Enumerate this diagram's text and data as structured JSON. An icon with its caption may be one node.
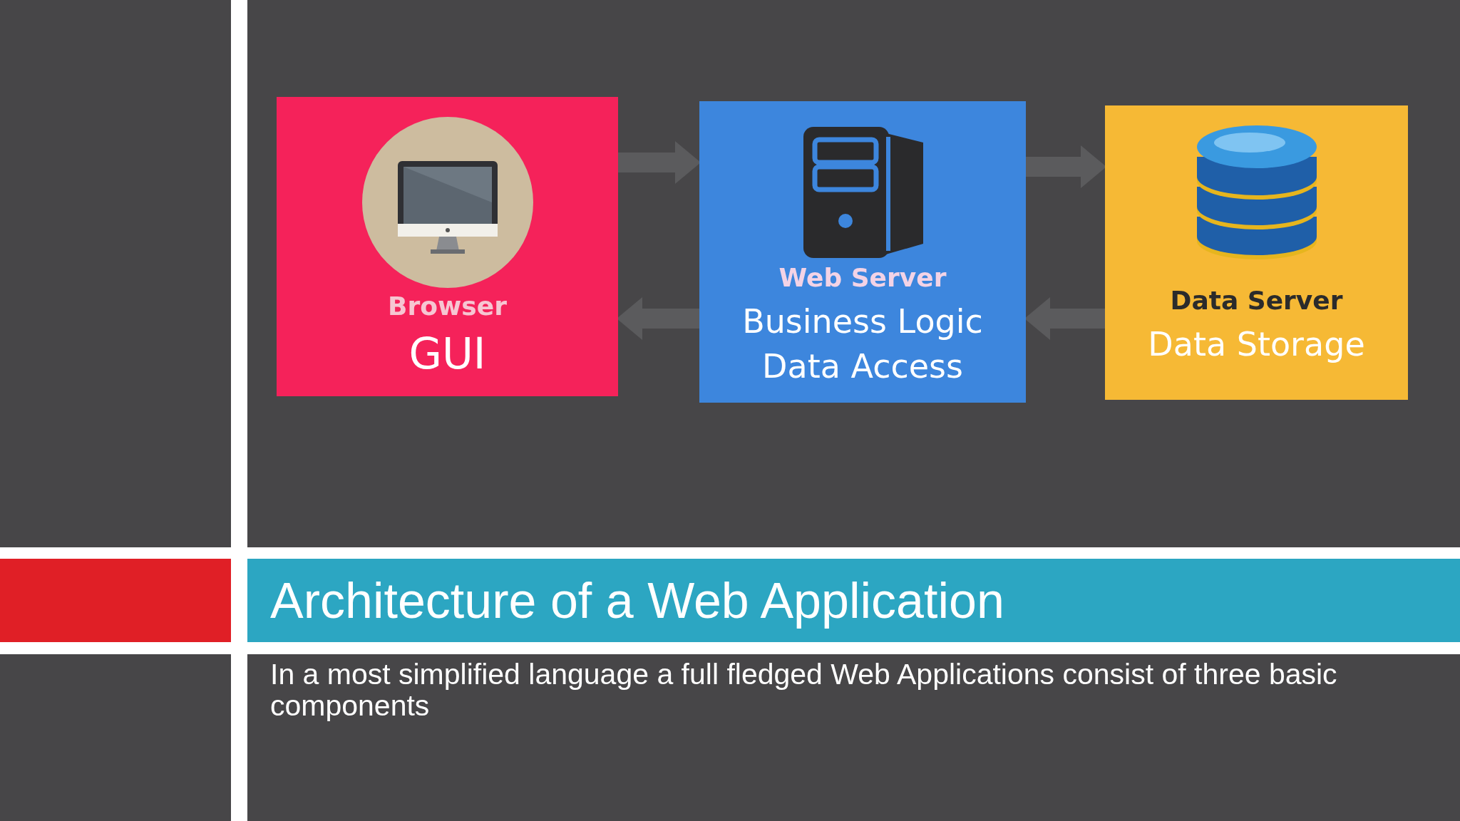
{
  "diagram": {
    "title": "Architecture of a Web Application",
    "nodes": [
      {
        "text": [
          "Browser",
          "GUI"
        ]
      },
      {
        "text": [
          "Web Server",
          "Business Logic",
          "Data Access"
        ]
      },
      {
        "text": [
          "Data Server",
          "Data Storage"
        ]
      }
    ],
    "edges": [
      {
        "from": 0,
        "to": 1,
        "arrow": "to"
      },
      {
        "from": 1,
        "to": 0,
        "arrow": "to"
      },
      {
        "from": 1,
        "to": 2,
        "arrow": "to"
      },
      {
        "from": 2,
        "to": 1,
        "arrow": "to"
      }
    ],
    "labels": [
      "In a most simplified language a full fledged Web Applications consist of three basic components"
    ]
  }
}
